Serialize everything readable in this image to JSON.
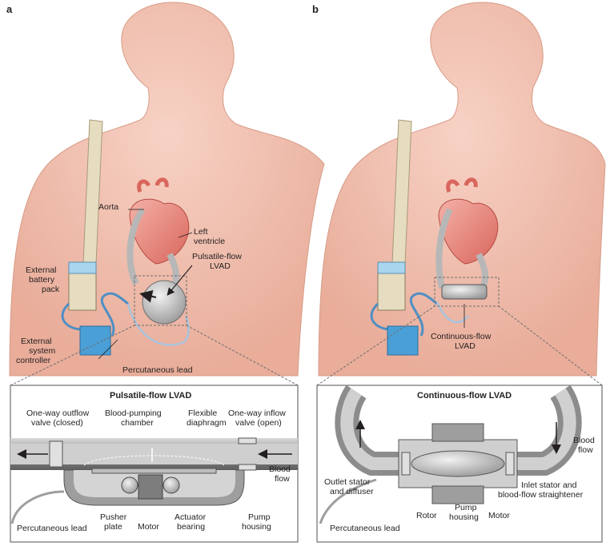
{
  "panel_a": {
    "letter": "a",
    "labels": {
      "aorta": "Aorta",
      "left_ventricle_1": "Left",
      "left_ventricle_2": "ventricle",
      "device_1": "Pulsatile-flow",
      "device_2": "LVAD",
      "battery_1": "External",
      "battery_2": "battery",
      "battery_3": "pack",
      "controller_1": "External",
      "controller_2": "system",
      "controller_3": "controller",
      "lead": "Percutaneous lead"
    },
    "inset": {
      "title": "Pulsatile-flow LVAD",
      "outflow_valve_1": "One-way outflow",
      "outflow_valve_2": "valve (closed)",
      "chamber_1": "Blood-pumping",
      "chamber_2": "chamber",
      "diaphragm_1": "Flexible",
      "diaphragm_2": "diaphragm",
      "inflow_valve_1": "One-way inflow",
      "inflow_valve_2": "valve (open)",
      "blood_flow_1": "Blood",
      "blood_flow_2": "flow",
      "lead": "Percutaneous lead",
      "pusher_1": "Pusher",
      "pusher_2": "plate",
      "motor": "Motor",
      "actuator_1": "Actuator",
      "actuator_2": "bearing",
      "housing_1": "Pump",
      "housing_2": "housing"
    }
  },
  "panel_b": {
    "letter": "b",
    "labels": {
      "device_1": "Continuous-flow",
      "device_2": "LVAD"
    },
    "inset": {
      "title": "Continuous-flow LVAD",
      "blood_flow_1": "Blood",
      "blood_flow_2": "flow",
      "outlet_1": "Outlet stator",
      "outlet_2": "and diffuser",
      "inlet_1": "Inlet stator and",
      "inlet_2": "blood-flow straightener",
      "rotor": "Rotor",
      "housing_1": "Pump",
      "housing_2": "housing",
      "motor": "Motor",
      "lead": "Percutaneous lead"
    }
  },
  "colors": {
    "skin": "#f2c4b4",
    "skin_shadow": "#e3a894",
    "strap": "#e6dcc0",
    "battery_blue": "#a9d6ee",
    "controller_blue": "#4a9fd6",
    "cable": "#6aa8d8",
    "heart": "#e88f86",
    "device_grey": "#c9c9c9",
    "inset_border": "#6d6e70"
  }
}
